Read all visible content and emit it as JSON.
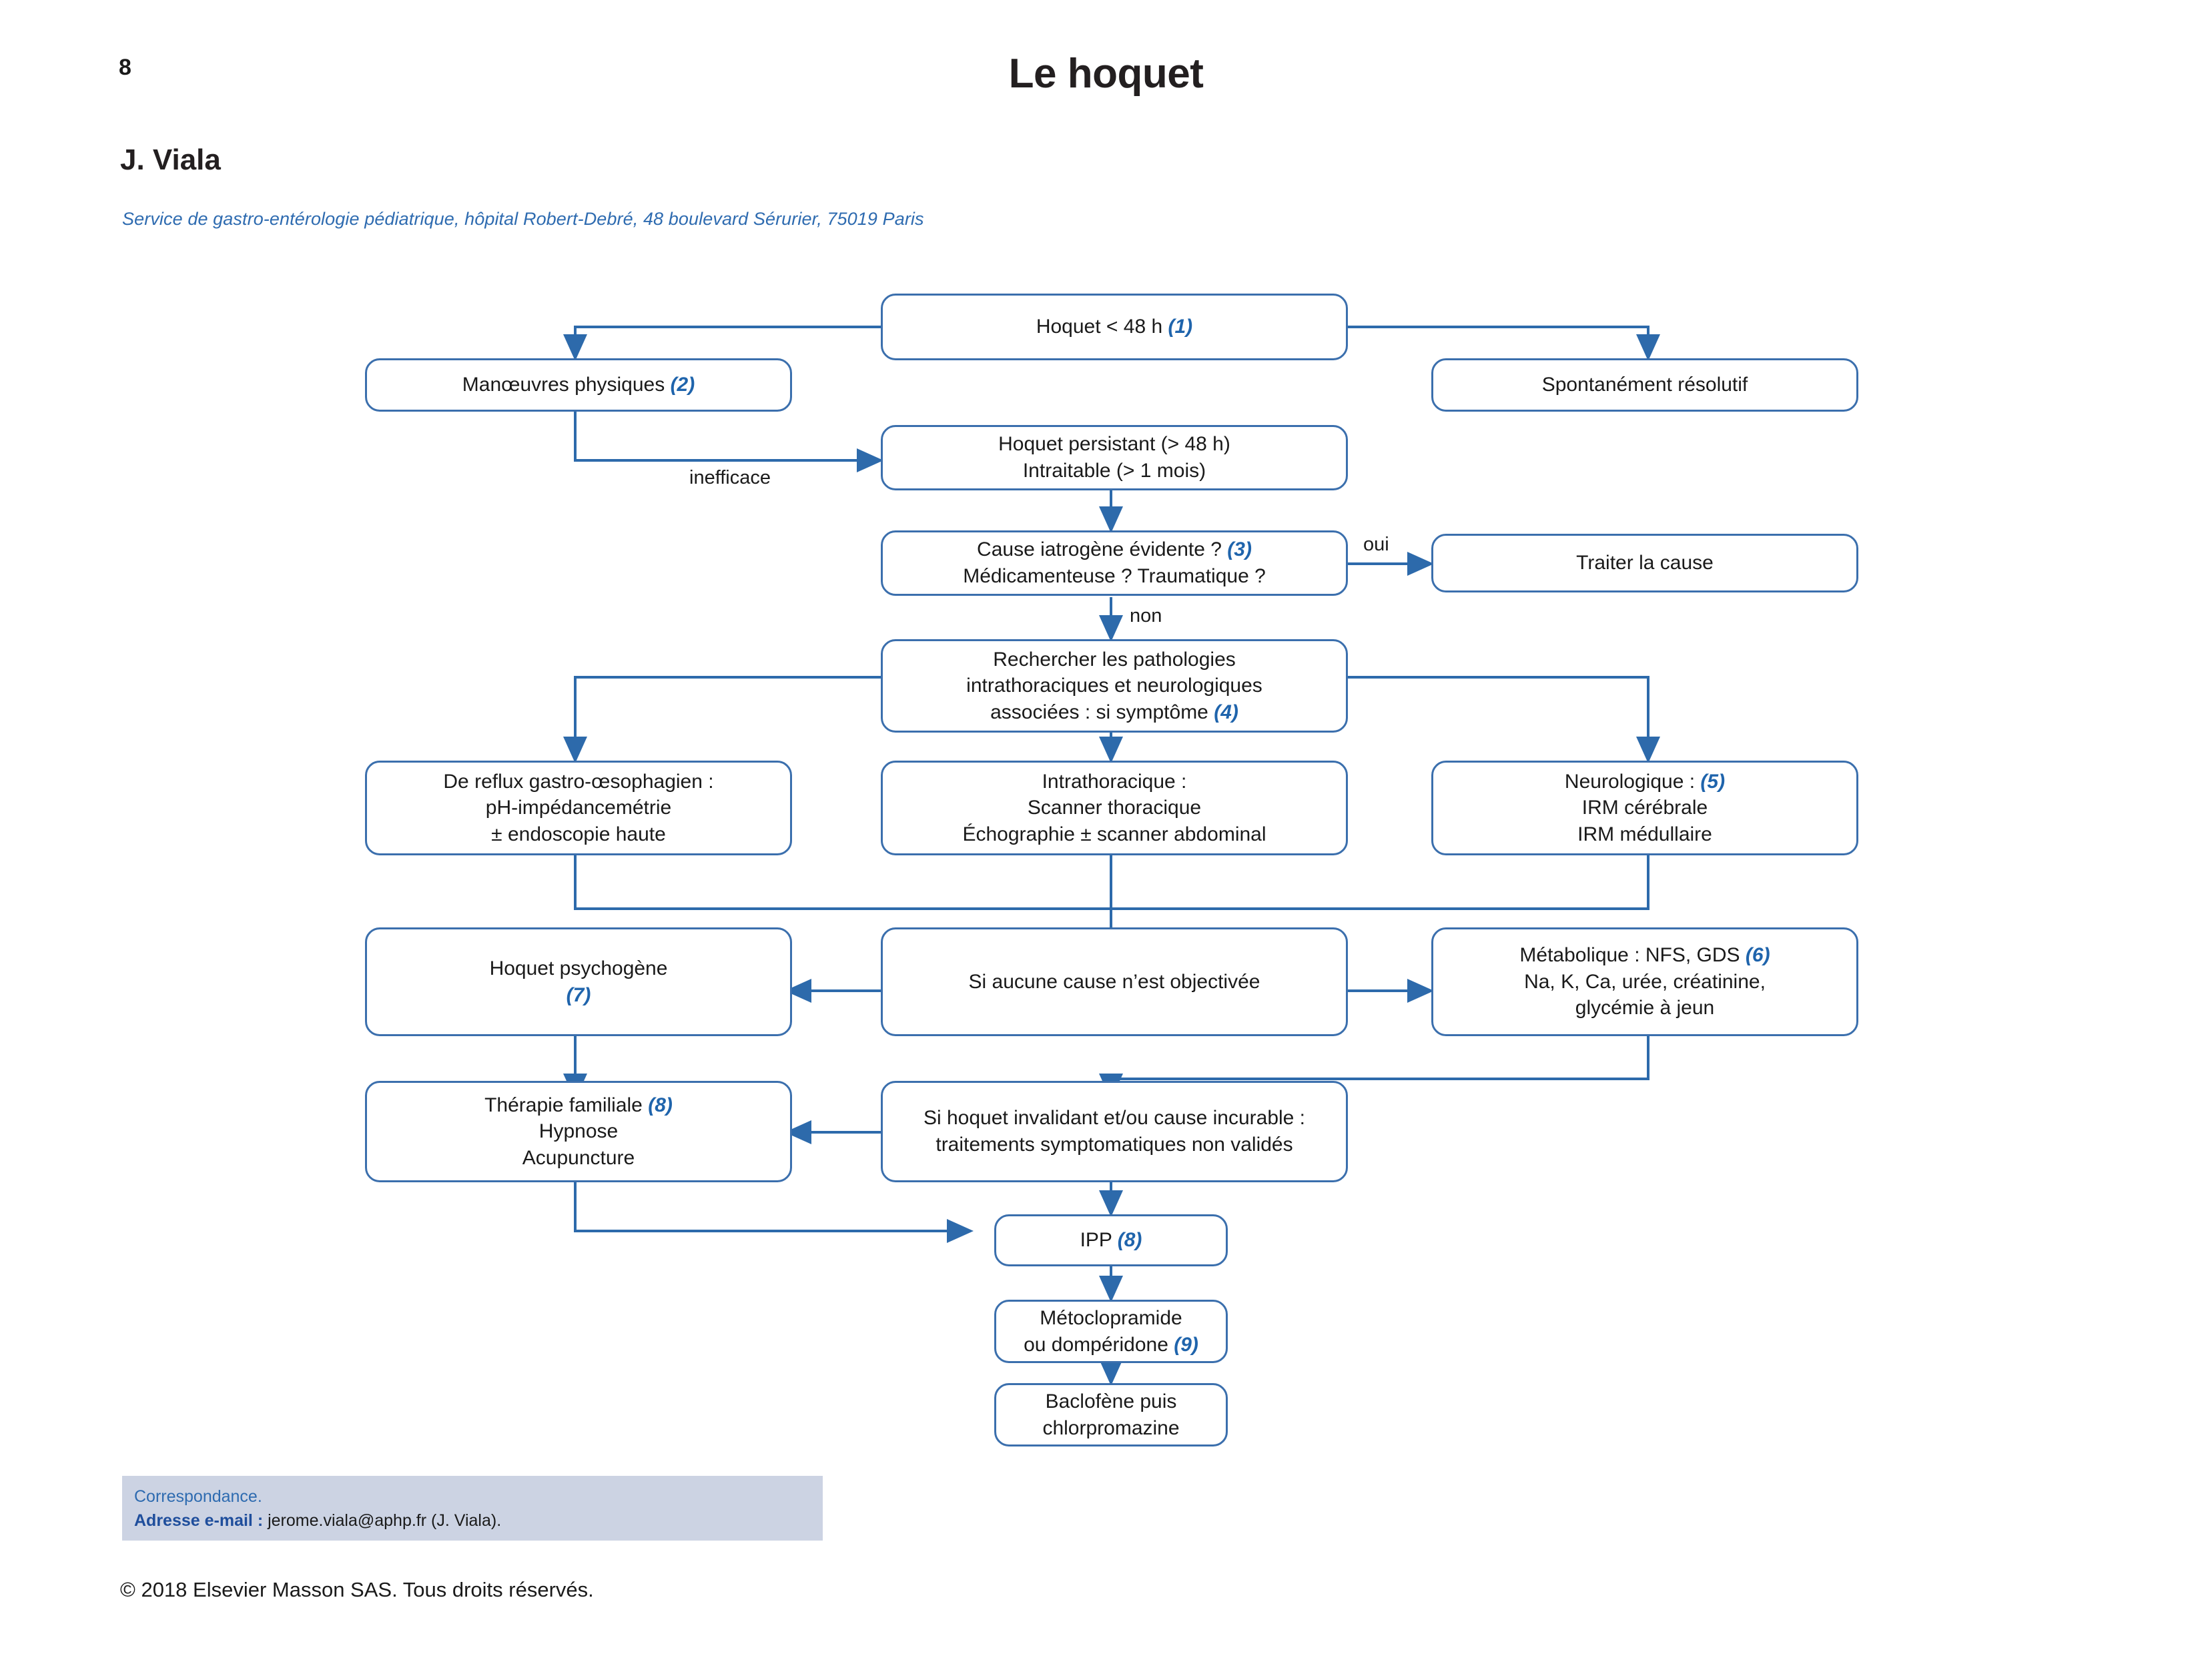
{
  "page": {
    "number": "8",
    "title": "Le hoquet",
    "author": "J. Viala",
    "affiliation": "Service de gastro-entérologie pédiatrique, hôpital Robert-Debré, 48 boulevard Sérurier, 75019 Paris"
  },
  "flowchart": {
    "nodes": {
      "hoquet48": {
        "line1": "Hoquet < 48 h ",
        "num": "(1)"
      },
      "manoeuvres": {
        "line1": "Manœuvres physiques ",
        "num": "(2)"
      },
      "spontane": {
        "line1": "Spontanément résolutif"
      },
      "persistant": {
        "line1": "Hoquet persistant (> 48 h)",
        "line2": "Intraitable (> 1 mois)"
      },
      "iatrogene": {
        "line1": "Cause iatrogène évidente ? ",
        "num": "(3)",
        "line2": "Médicamenteuse ? Traumatique ?"
      },
      "traiter": {
        "line1": "Traiter la cause"
      },
      "rechercher": {
        "line1": "Rechercher les pathologies",
        "line2": "intrathoraciques et neurologiques",
        "line3": "associées : si symptôme ",
        "num": "(4)"
      },
      "reflux": {
        "line1": "De reflux gastro-œsophagien :",
        "line2": "pH-impédancemétrie",
        "line3": "± endoscopie haute"
      },
      "intrathoracique": {
        "line1": "Intrathoracique :",
        "line2": "Scanner thoracique",
        "line3": "Échographie  ± scanner abdominal"
      },
      "neurologique": {
        "line1": "Neurologique : ",
        "num": "(5)",
        "line2": "IRM cérébrale",
        "line3": "IRM médullaire"
      },
      "psychogene": {
        "line1": "Hoquet psychogène",
        "num": "(7)"
      },
      "aucunecause": {
        "line1": "Si aucune cause n’est objectivée"
      },
      "metabolique": {
        "line1": "Métabolique : NFS, GDS ",
        "num": "(6)",
        "line2": "Na, K, Ca, urée, créatinine,",
        "line3": "glycémie à jeun"
      },
      "therapie": {
        "line1": "Thérapie familiale ",
        "num": "(8)",
        "line2": "Hypnose",
        "line3": "Acupuncture"
      },
      "invalidant": {
        "line1": "Si hoquet invalidant et/ou cause incurable :",
        "line2": "traitements symptomatiques non validés"
      },
      "ipp": {
        "line1": "IPP ",
        "num": "(8)"
      },
      "metoclopramide": {
        "line1": "Métoclopramide",
        "line2": "ou dompéridone ",
        "num": "(9)"
      },
      "baclofene": {
        "line1": "Baclofène puis",
        "line2": "chlorpromazine"
      }
    },
    "edge_labels": {
      "inefficace": "inefficace",
      "oui": "oui",
      "non": "non"
    },
    "colors": {
      "box_border": "#3b6fad",
      "connector": "#2d6aab",
      "number_accent": "#1f64ac"
    }
  },
  "footer": {
    "correspondence_heading": "Correspondance.",
    "email_label": "Adresse e-mail :",
    "email_value": " jerome.viala@aphp.fr (J. Viala).",
    "copyright": "© 2018 Elsevier Masson SAS. Tous droits réservés."
  }
}
